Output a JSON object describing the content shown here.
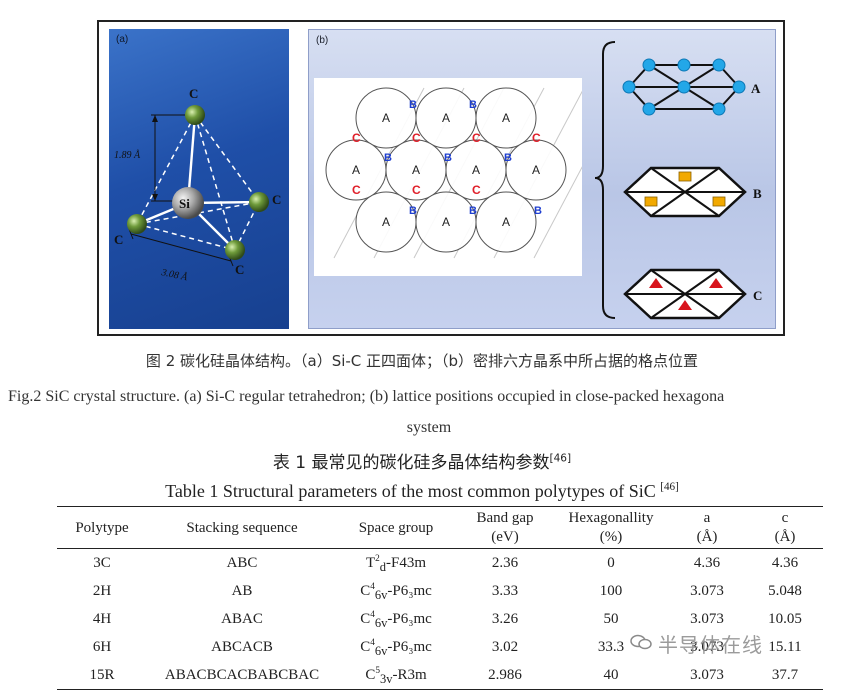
{
  "figure": {
    "panel_a": {
      "label": "(a)",
      "atoms": {
        "center": "Si",
        "corner": "C"
      },
      "bond_length": "1.89 Å",
      "edge_length": "3.08 Å"
    },
    "panel_b": {
      "label": "(b)",
      "sphere_label": "A",
      "site_b": "B",
      "site_c": "C",
      "layer_labels": [
        "A",
        "B",
        "C"
      ]
    },
    "caption_cn": "图 2  碳化硅晶体结构。（a）Si-C 正四面体；（b）密排六方晶系中所占据的格点位置",
    "caption_en_line1": "Fig.2   SiC crystal structure. (a) Si-C regular tetrahedron; (b) lattice positions occupied in close-packed hexagona",
    "caption_en_line2": "system"
  },
  "table": {
    "title_cn": "表 1   最常见的碳化硅多晶体结构参数",
    "title_cn_ref": "[46]",
    "title_en": "Table 1   Structural parameters of the most common polytypes of SiC ",
    "title_en_ref": "[46]",
    "headers": {
      "polytype": "Polytype",
      "stacking": "Stacking sequence",
      "space_group": "Space group",
      "band_gap_1": "Band gap",
      "band_gap_2": "(eV)",
      "hex_1": "Hexagonallity",
      "hex_2": "(%)",
      "a_1": "a",
      "a_2": "(Å)",
      "c_1": "c",
      "c_2": "(Å)"
    },
    "rows": [
      {
        "polytype": "3C",
        "stacking": "ABC",
        "sg_pre": "T",
        "sg_sup": "2",
        "sg_sub": "d",
        "sg_post": "-F43m",
        "band_gap": "2.36",
        "hex": "0",
        "a": "4.36",
        "c": "4.36"
      },
      {
        "polytype": "2H",
        "stacking": "AB",
        "sg_pre": "C",
        "sg_sup": "4",
        "sg_sub": "6v",
        "sg_post": "-P6₃mc",
        "band_gap": "3.33",
        "hex": "100",
        "a": "3.073",
        "c": "5.048"
      },
      {
        "polytype": "4H",
        "stacking": "ABAC",
        "sg_pre": "C",
        "sg_sup": "4",
        "sg_sub": "6v",
        "sg_post": "-P6₃mc",
        "band_gap": "3.26",
        "hex": "50",
        "a": "3.073",
        "c": "10.05"
      },
      {
        "polytype": "6H",
        "stacking": "ABCACB",
        "sg_pre": "C",
        "sg_sup": "4",
        "sg_sub": "6v",
        "sg_post": "-P6₃mc",
        "band_gap": "3.02",
        "hex": "33.3",
        "a": "3.073",
        "c": "15.11"
      },
      {
        "polytype": "15R",
        "stacking": "ABACBCACBABCBAC",
        "sg_pre": "C",
        "sg_sup": "5",
        "sg_sub": "3v",
        "sg_post": "-R3m",
        "band_gap": "2.986",
        "hex": "40",
        "a": "3.073",
        "c": "37.7"
      }
    ]
  },
  "watermark": "半导体在线",
  "colors": {
    "panel_a_blue": "#1f4fa8",
    "site_b": "#1f3fd0",
    "site_c": "#e0202a",
    "node_cyan": "#23a7e8",
    "square_orange": "#f2a900",
    "triangle_red": "#d8141c"
  }
}
